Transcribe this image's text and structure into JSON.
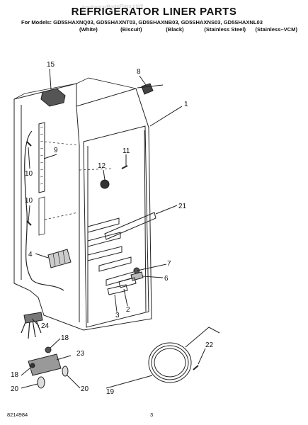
{
  "title": "REFRIGERATOR LINER PARTS",
  "watermark": "AppliancePartsPros.com",
  "models": {
    "prefix": "For Models:",
    "list": "GD5SHAXNQ03, GD5SHAXNT03, GD5SHAXNB03, GD5SHAXNS03, GD5SHAXNL03",
    "finishes": [
      "(White)",
      "(Biscuit)",
      "(Black)",
      "(Stainless Steel)",
      "(Stainless–VCM)"
    ]
  },
  "callouts": {
    "c1": "1",
    "c2": "2",
    "c3": "3",
    "c4": "4",
    "c6": "6",
    "c7": "7",
    "c8": "8",
    "c9": "9",
    "c10a": "10",
    "c10b": "10",
    "c11": "11",
    "c12": "12",
    "c15": "15",
    "c18a": "18",
    "c18b": "18",
    "c19": "19",
    "c20a": "20",
    "c20b": "20",
    "c21": "21",
    "c22": "22",
    "c23": "23",
    "c24": "24"
  },
  "footer": {
    "part_number": "8214984",
    "page": "3"
  }
}
